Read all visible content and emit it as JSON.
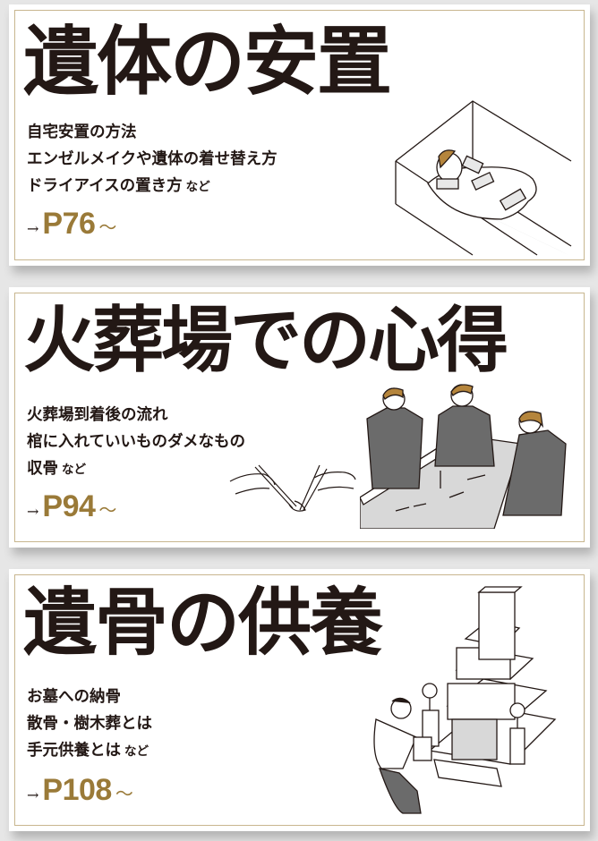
{
  "colors": {
    "background": "#e6e6e6",
    "card": "#ffffff",
    "border": "#c8b68f",
    "text": "#231815",
    "accent_gold": "#9a7a38",
    "suit_gray": "#6b6b6b",
    "hair_brown": "#b5853c"
  },
  "sections": [
    {
      "title": "遺体の安置",
      "items": [
        "自宅安置の方法",
        "エンゼルメイクや遺体の着せ替え方",
        "ドライアイスの置き方"
      ],
      "suffix": "など",
      "arrow": "→",
      "page": "P76",
      "tilde": "～",
      "illustration": "person-lying-in-coffin-with-dry-ice"
    },
    {
      "title": "火葬場での心得",
      "items": [
        "火葬場到着後の流れ",
        "棺に入れていいものダメなもの",
        "収骨"
      ],
      "suffix": "など",
      "arrow": "→",
      "page": "P94",
      "tilde": "～",
      "illustration": "family-collecting-bones-with-chopsticks"
    },
    {
      "title": "遺骨の供養",
      "items": [
        "お墓への納骨",
        "散骨・樹木葬とは",
        "手元供養とは"
      ],
      "suffix": "など",
      "arrow": "→",
      "page": "P108",
      "tilde": "～",
      "illustration": "man-placing-urn-at-grave"
    }
  ]
}
